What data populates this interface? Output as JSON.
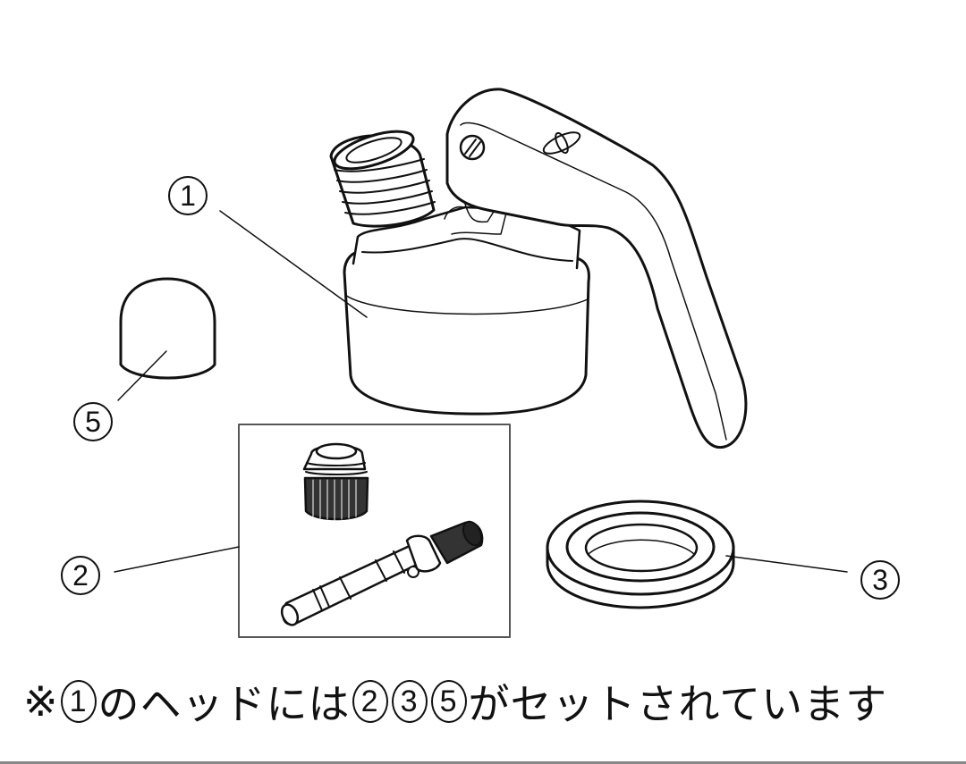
{
  "diagram": {
    "type": "parts-illustration",
    "parts": [
      {
        "id": "1",
        "label": "1",
        "description": "head (valve head with lever)"
      },
      {
        "id": "2",
        "label": "2",
        "description": "valve stem and threaded nozzle cap"
      },
      {
        "id": "3",
        "label": "3",
        "description": "gasket ring"
      },
      {
        "id": "5",
        "label": "5",
        "description": "dome cap"
      }
    ],
    "callouts": {
      "c1": "1",
      "c2": "2",
      "c3": "3",
      "c5": "5"
    }
  },
  "caption": {
    "prefix": "※",
    "ref1": "1",
    "text1": "のヘッドには",
    "ref2": "2",
    "ref3": "3",
    "ref5": "5",
    "text2": "がセットされています"
  },
  "colors": {
    "line": "#111111",
    "background": "#ffffff",
    "rule": "#888888"
  }
}
